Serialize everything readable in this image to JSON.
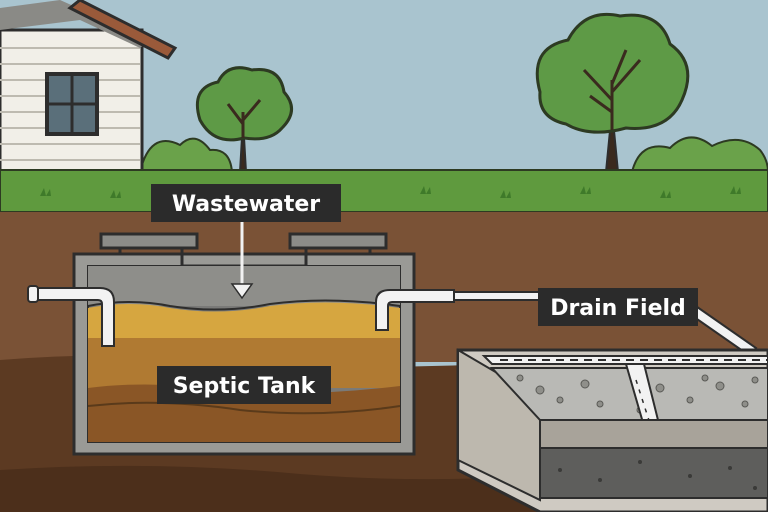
{
  "labels": {
    "wastewater": "Wastewater",
    "septic_tank": "Septic Tank",
    "drain_field": "Drain Field"
  },
  "colors": {
    "sky": "#a9c4cf",
    "grass": "#5f9a3e",
    "soil": "#7a5236",
    "soil_deep": "#5c3a22",
    "tank_wall": "#8c8c88",
    "sludge": "#b07a32",
    "scum": "#d6a640",
    "label_bg": "#2b2b2b",
    "pipe": "#f2f2f2",
    "gravel": "#b9b9b5",
    "tree": "#5e9a46"
  },
  "icons": [
    "house-icon",
    "tree-icon",
    "arrow-down-icon",
    "pipe-icon",
    "gravel-icon"
  ]
}
